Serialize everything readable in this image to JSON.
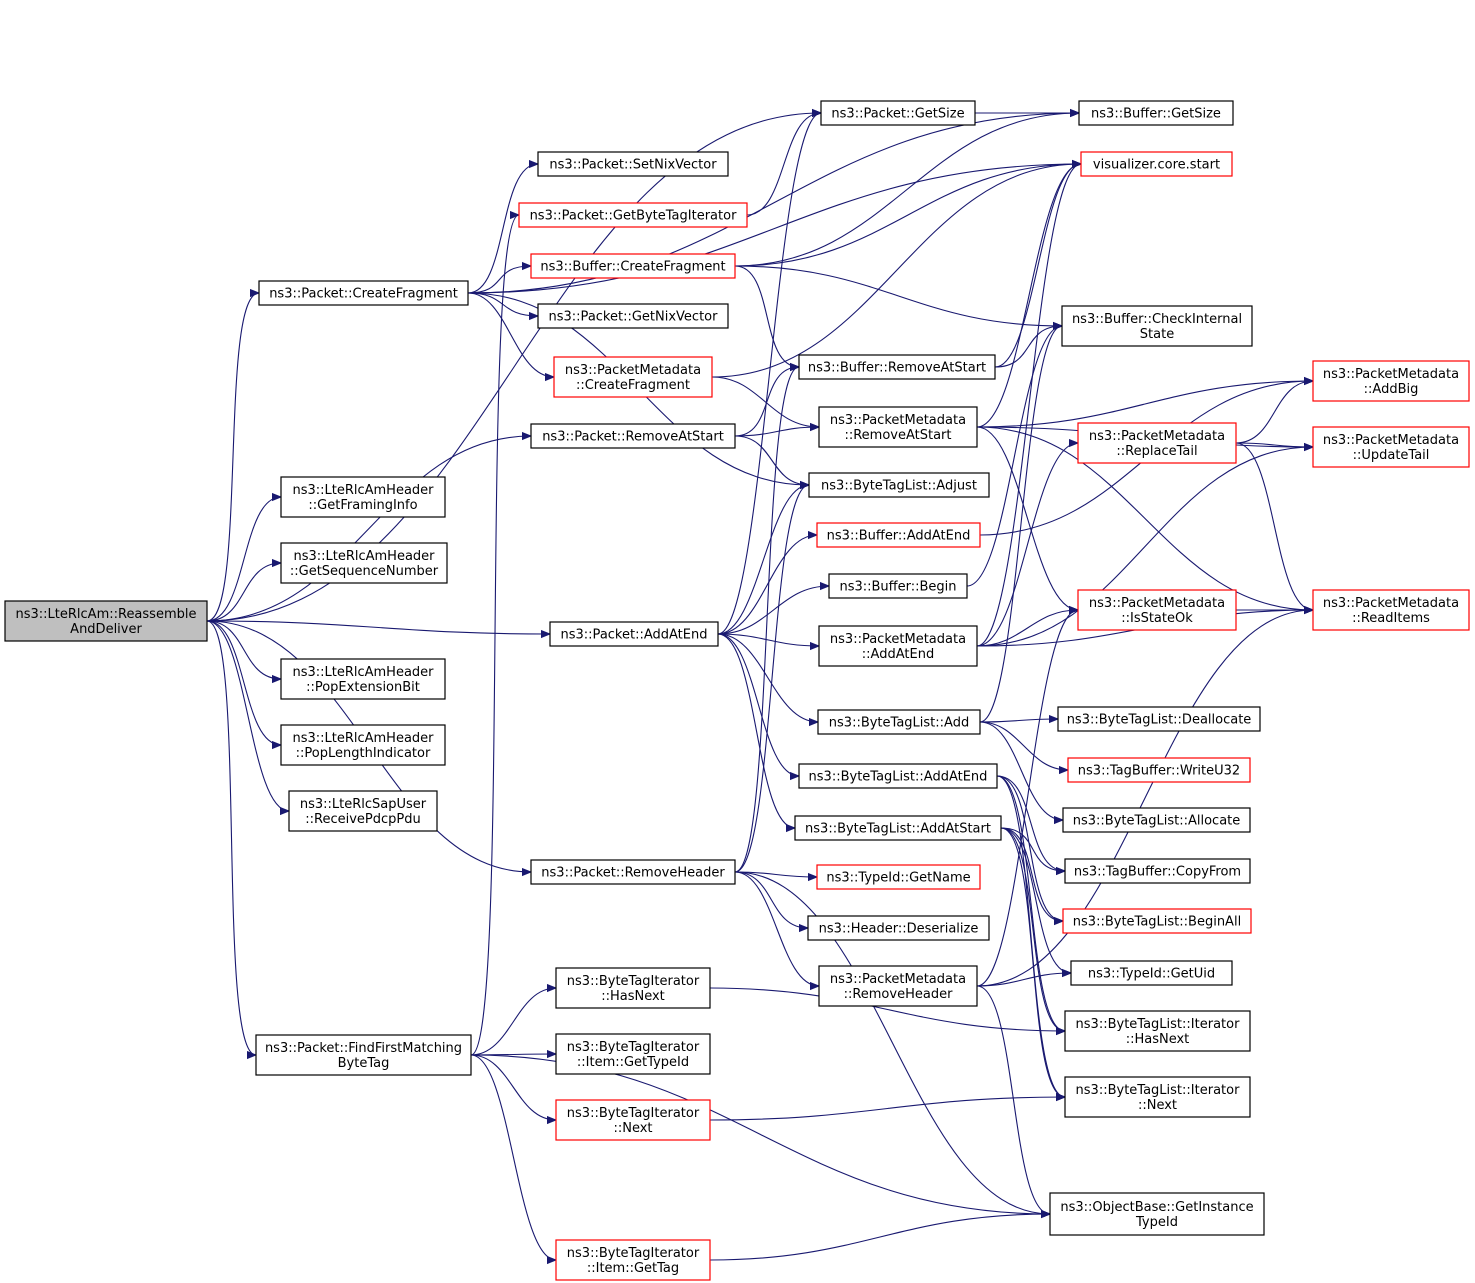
{
  "colors": {
    "edge": "#191970",
    "node_border": "#000000",
    "node_border_truncated": "#ff0000",
    "node_fill": "#ffffff",
    "root_fill": "#bfbfbf"
  },
  "nodes": [
    {
      "id": "root",
      "lines": [
        "ns3::LteRlcAm::Reassemble",
        "AndDeliver"
      ],
      "root": true
    },
    {
      "id": "pkt_createfragment",
      "lines": [
        "ns3::Packet::CreateFragment"
      ]
    },
    {
      "id": "hdr_getframinginfo",
      "lines": [
        "ns3::LteRlcAmHeader",
        "::GetFramingInfo"
      ]
    },
    {
      "id": "hdr_getsequencenumber",
      "lines": [
        "ns3::LteRlcAmHeader",
        "::GetSequenceNumber"
      ]
    },
    {
      "id": "hdr_popextensionbit",
      "lines": [
        "ns3::LteRlcAmHeader",
        "::PopExtensionBit"
      ]
    },
    {
      "id": "hdr_poplengthindicator",
      "lines": [
        "ns3::LteRlcAmHeader",
        "::PopLengthIndicator"
      ]
    },
    {
      "id": "sapuser_receivepdcppdu",
      "lines": [
        "ns3::LteRlcSapUser",
        "::ReceivePdcpPdu"
      ]
    },
    {
      "id": "pkt_findfirstmatchingbytetag",
      "lines": [
        "ns3::Packet::FindFirstMatching",
        "ByteTag"
      ]
    },
    {
      "id": "pkt_setnixvector",
      "lines": [
        "ns3::Packet::SetNixVector"
      ]
    },
    {
      "id": "pkt_getbytetagiterator",
      "lines": [
        "ns3::Packet::GetByteTagIterator"
      ],
      "truncated": true
    },
    {
      "id": "buf_createfragment",
      "lines": [
        "ns3::Buffer::CreateFragment"
      ],
      "truncated": true
    },
    {
      "id": "pkt_getnixvector",
      "lines": [
        "ns3::Packet::GetNixVector"
      ]
    },
    {
      "id": "pm_createfragment",
      "lines": [
        "ns3::PacketMetadata",
        "::CreateFragment"
      ],
      "truncated": true
    },
    {
      "id": "pkt_removeatstart",
      "lines": [
        "ns3::Packet::RemoveAtStart"
      ]
    },
    {
      "id": "pkt_addatend",
      "lines": [
        "ns3::Packet::AddAtEnd"
      ]
    },
    {
      "id": "pkt_removeheader",
      "lines": [
        "ns3::Packet::RemoveHeader"
      ]
    },
    {
      "id": "bti_hasnext",
      "lines": [
        "ns3::ByteTagIterator",
        "::HasNext"
      ]
    },
    {
      "id": "bti_item_gettypeid",
      "lines": [
        "ns3::ByteTagIterator",
        "::Item::GetTypeId"
      ]
    },
    {
      "id": "bti_next",
      "lines": [
        "ns3::ByteTagIterator",
        "::Next"
      ],
      "truncated": true
    },
    {
      "id": "bti_item_gettag",
      "lines": [
        "ns3::ByteTagIterator",
        "::Item::GetTag"
      ],
      "truncated": true
    },
    {
      "id": "pkt_getsize",
      "lines": [
        "ns3::Packet::GetSize"
      ]
    },
    {
      "id": "buf_removeatstart",
      "lines": [
        "ns3::Buffer::RemoveAtStart"
      ]
    },
    {
      "id": "pm_removeatstart",
      "lines": [
        "ns3::PacketMetadata",
        "::RemoveAtStart"
      ]
    },
    {
      "id": "btl_adjust",
      "lines": [
        "ns3::ByteTagList::Adjust"
      ]
    },
    {
      "id": "buf_addatend",
      "lines": [
        "ns3::Buffer::AddAtEnd"
      ],
      "truncated": true
    },
    {
      "id": "buf_begin",
      "lines": [
        "ns3::Buffer::Begin"
      ]
    },
    {
      "id": "pm_addatend",
      "lines": [
        "ns3::PacketMetadata",
        "::AddAtEnd"
      ]
    },
    {
      "id": "btl_add",
      "lines": [
        "ns3::ByteTagList::Add"
      ]
    },
    {
      "id": "btl_addatend",
      "lines": [
        "ns3::ByteTagList::AddAtEnd"
      ]
    },
    {
      "id": "btl_addatstart",
      "lines": [
        "ns3::ByteTagList::AddAtStart"
      ]
    },
    {
      "id": "typeid_getname",
      "lines": [
        "ns3::TypeId::GetName"
      ],
      "truncated": true
    },
    {
      "id": "header_deserialize",
      "lines": [
        "ns3::Header::Deserialize"
      ]
    },
    {
      "id": "pm_removeheader",
      "lines": [
        "ns3::PacketMetadata",
        "::RemoveHeader"
      ]
    },
    {
      "id": "buf_getsize",
      "lines": [
        "ns3::Buffer::GetSize"
      ]
    },
    {
      "id": "visualizer_core_start",
      "lines": [
        "visualizer.core.start"
      ],
      "truncated": true
    },
    {
      "id": "buf_checkinternalstate",
      "lines": [
        "ns3::Buffer::CheckInternal",
        "State"
      ]
    },
    {
      "id": "pm_replacetail",
      "lines": [
        "ns3::PacketMetadata",
        "::ReplaceTail"
      ],
      "truncated": true
    },
    {
      "id": "pm_isstateok",
      "lines": [
        "ns3::PacketMetadata",
        "::IsStateOk"
      ],
      "truncated": true
    },
    {
      "id": "btl_deallocate",
      "lines": [
        "ns3::ByteTagList::Deallocate"
      ]
    },
    {
      "id": "tagbuf_writeu32",
      "lines": [
        "ns3::TagBuffer::WriteU32"
      ],
      "truncated": true
    },
    {
      "id": "btl_allocate",
      "lines": [
        "ns3::ByteTagList::Allocate"
      ]
    },
    {
      "id": "tagbuf_copyfrom",
      "lines": [
        "ns3::TagBuffer::CopyFrom"
      ]
    },
    {
      "id": "btl_beginall",
      "lines": [
        "ns3::ByteTagList::BeginAll"
      ],
      "truncated": true
    },
    {
      "id": "typeid_getuid",
      "lines": [
        "ns3::TypeId::GetUid"
      ]
    },
    {
      "id": "btl_iter_hasnext",
      "lines": [
        "ns3::ByteTagList::Iterator",
        "::HasNext"
      ]
    },
    {
      "id": "btl_iter_next",
      "lines": [
        "ns3::ByteTagList::Iterator",
        "::Next"
      ]
    },
    {
      "id": "objbase_getinstancetypeid",
      "lines": [
        "ns3::ObjectBase::GetInstance",
        "TypeId"
      ]
    },
    {
      "id": "pm_addbig",
      "lines": [
        "ns3::PacketMetadata",
        "::AddBig"
      ],
      "truncated": true
    },
    {
      "id": "pm_updatetail",
      "lines": [
        "ns3::PacketMetadata",
        "::UpdateTail"
      ],
      "truncated": true
    },
    {
      "id": "pm_readitems",
      "lines": [
        "ns3::PacketMetadata",
        "::ReadItems"
      ],
      "truncated": true
    }
  ],
  "edges": [
    [
      "root",
      "pkt_createfragment"
    ],
    [
      "root",
      "hdr_getframinginfo"
    ],
    [
      "root",
      "hdr_getsequencenumber"
    ],
    [
      "root",
      "hdr_popextensionbit"
    ],
    [
      "root",
      "hdr_poplengthindicator"
    ],
    [
      "root",
      "sapuser_receivepdcppdu"
    ],
    [
      "root",
      "pkt_findfirstmatchingbytetag"
    ],
    [
      "root",
      "pkt_removeatstart"
    ],
    [
      "root",
      "pkt_addatend"
    ],
    [
      "root",
      "pkt_removeheader"
    ],
    [
      "root",
      "pkt_getsize"
    ],
    [
      "pkt_createfragment",
      "pkt_setnixvector"
    ],
    [
      "pkt_createfragment",
      "buf_createfragment"
    ],
    [
      "pkt_createfragment",
      "pkt_getnixvector"
    ],
    [
      "pkt_createfragment",
      "pm_createfragment"
    ],
    [
      "pkt_createfragment",
      "btl_adjust"
    ],
    [
      "pkt_createfragment",
      "buf_getsize"
    ],
    [
      "pkt_createfragment",
      "visualizer_core_start"
    ],
    [
      "pkt_findfirstmatchingbytetag",
      "pkt_getbytetagiterator"
    ],
    [
      "pkt_findfirstmatchingbytetag",
      "bti_hasnext"
    ],
    [
      "pkt_findfirstmatchingbytetag",
      "bti_item_gettypeid"
    ],
    [
      "pkt_findfirstmatchingbytetag",
      "bti_next"
    ],
    [
      "pkt_findfirstmatchingbytetag",
      "bti_item_gettag"
    ],
    [
      "pkt_findfirstmatchingbytetag",
      "objbase_getinstancetypeid"
    ],
    [
      "pkt_getbytetagiterator",
      "pkt_getsize"
    ],
    [
      "buf_createfragment",
      "buf_removeatstart"
    ],
    [
      "buf_createfragment",
      "buf_checkinternalstate"
    ],
    [
      "buf_createfragment",
      "buf_getsize"
    ],
    [
      "buf_createfragment",
      "visualizer_core_start"
    ],
    [
      "pm_createfragment",
      "pm_removeatstart"
    ],
    [
      "pm_createfragment",
      "visualizer_core_start"
    ],
    [
      "pkt_removeatstart",
      "buf_removeatstart"
    ],
    [
      "pkt_removeatstart",
      "pm_removeatstart"
    ],
    [
      "pkt_removeatstart",
      "btl_adjust"
    ],
    [
      "pkt_addatend",
      "buf_addatend"
    ],
    [
      "pkt_addatend",
      "buf_begin"
    ],
    [
      "pkt_addatend",
      "pm_addatend"
    ],
    [
      "pkt_addatend",
      "btl_add"
    ],
    [
      "pkt_addatend",
      "btl_addatend"
    ],
    [
      "pkt_addatend",
      "btl_addatstart"
    ],
    [
      "pkt_addatend",
      "btl_adjust"
    ],
    [
      "pkt_addatend",
      "pkt_getsize"
    ],
    [
      "pkt_removeheader",
      "typeid_getname"
    ],
    [
      "pkt_removeheader",
      "header_deserialize"
    ],
    [
      "pkt_removeheader",
      "pm_removeheader"
    ],
    [
      "pkt_removeheader",
      "btl_adjust"
    ],
    [
      "pkt_removeheader",
      "buf_removeatstart"
    ],
    [
      "pkt_removeheader",
      "objbase_getinstancetypeid"
    ],
    [
      "bti_hasnext",
      "btl_iter_hasnext"
    ],
    [
      "bti_next",
      "btl_iter_next"
    ],
    [
      "bti_item_gettag",
      "objbase_getinstancetypeid"
    ],
    [
      "pkt_getsize",
      "buf_getsize"
    ],
    [
      "buf_removeatstart",
      "buf_checkinternalstate"
    ],
    [
      "buf_removeatstart",
      "visualizer_core_start"
    ],
    [
      "pm_removeatstart",
      "pm_isstateok"
    ],
    [
      "pm_removeatstart",
      "pm_readitems"
    ],
    [
      "pm_removeatstart",
      "pm_updatetail"
    ],
    [
      "pm_removeatstart",
      "pm_addbig"
    ],
    [
      "pm_removeatstart",
      "visualizer_core_start"
    ],
    [
      "buf_addatend",
      "pm_addbig"
    ],
    [
      "buf_begin",
      "buf_checkinternalstate"
    ],
    [
      "pm_addatend",
      "pm_isstateok"
    ],
    [
      "pm_addatend",
      "pm_readitems"
    ],
    [
      "pm_addatend",
      "pm_replacetail"
    ],
    [
      "pm_addatend",
      "pm_updatetail"
    ],
    [
      "pm_addatend",
      "visualizer_core_start"
    ],
    [
      "btl_add",
      "btl_deallocate"
    ],
    [
      "btl_add",
      "tagbuf_writeu32"
    ],
    [
      "btl_add",
      "btl_allocate"
    ],
    [
      "btl_add",
      "buf_checkinternalstate"
    ],
    [
      "btl_addatend",
      "tagbuf_copyfrom"
    ],
    [
      "btl_addatend",
      "btl_beginall"
    ],
    [
      "btl_addatend",
      "btl_iter_hasnext"
    ],
    [
      "btl_addatend",
      "btl_iter_next"
    ],
    [
      "btl_addatstart",
      "tagbuf_copyfrom"
    ],
    [
      "btl_addatstart",
      "btl_beginall"
    ],
    [
      "btl_addatstart",
      "btl_iter_hasnext"
    ],
    [
      "btl_addatstart",
      "btl_iter_next"
    ],
    [
      "btl_addatstart",
      "typeid_getuid"
    ],
    [
      "pm_removeheader",
      "typeid_getuid"
    ],
    [
      "pm_removeheader",
      "pm_isstateok"
    ],
    [
      "pm_removeheader",
      "pm_readitems"
    ],
    [
      "pm_removeheader",
      "objbase_getinstancetypeid"
    ],
    [
      "pm_replacetail",
      "pm_addbig"
    ],
    [
      "pm_replacetail",
      "pm_updatetail"
    ],
    [
      "pm_replacetail",
      "pm_readitems"
    ],
    [
      "pm_isstateok",
      "pm_readitems"
    ]
  ]
}
